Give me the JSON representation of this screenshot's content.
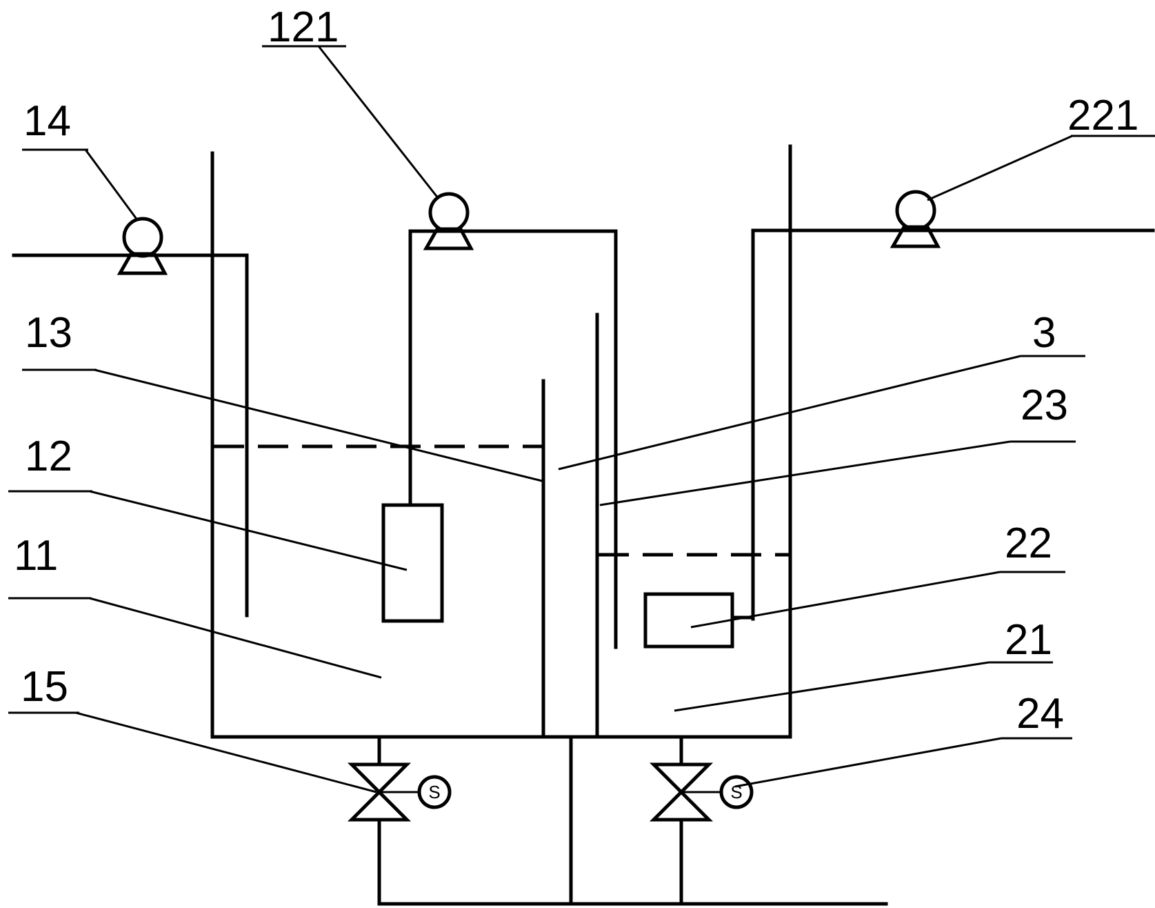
{
  "labels": {
    "l121": "121",
    "l14": "14",
    "l221": "221",
    "l13": "13",
    "l3": "3",
    "l23": "23",
    "l12": "12",
    "l22": "22",
    "l11": "11",
    "l21": "21",
    "l15": "15",
    "l24": "24"
  },
  "solenoid_symbol": "S"
}
